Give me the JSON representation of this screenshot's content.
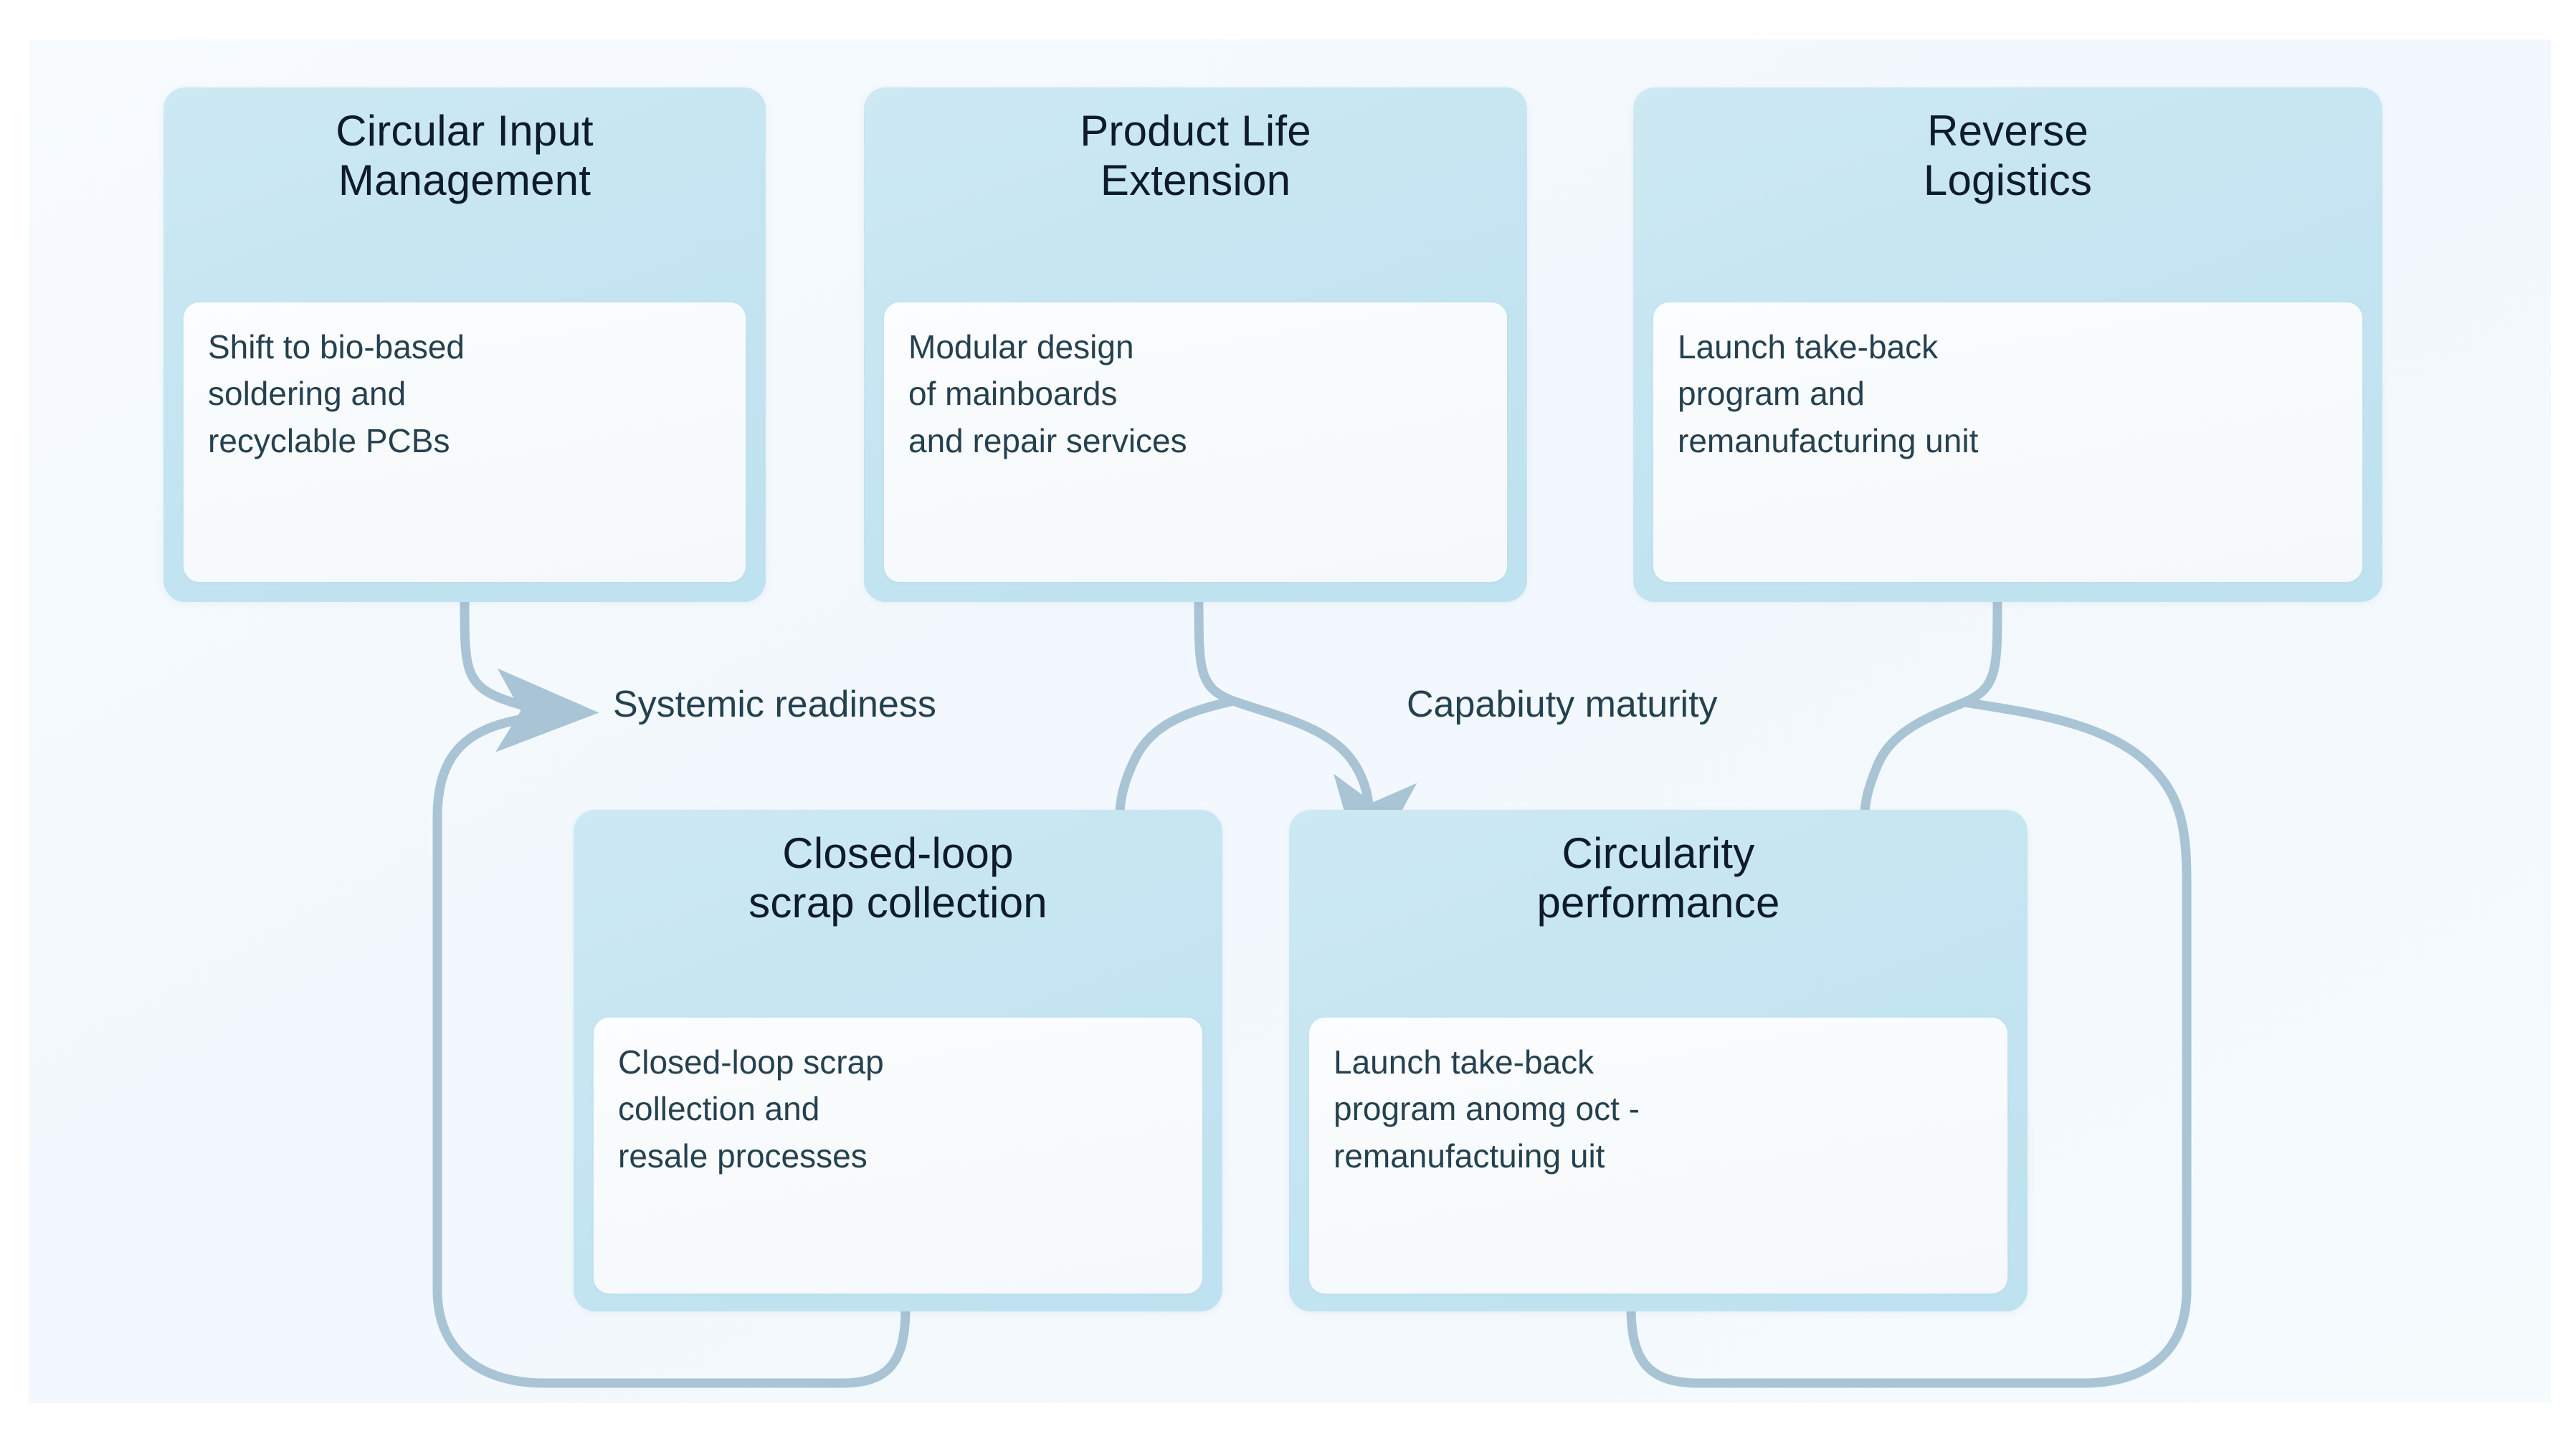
{
  "canvas": {
    "background_top": "#f7fbfe",
    "background_bottom": "#f5fafd"
  },
  "theme": {
    "card_fill": "#c6e5f1",
    "inner_box_fill": "#f8fbfd",
    "title_color": "#0d1b2a",
    "body_color": "#25414f",
    "connector_color": "#a9c4d4"
  },
  "diagram": {
    "type": "flow-diagram",
    "nodes": [
      {
        "id": "circular-input-management",
        "title": "Circular Input\nManagement",
        "body": "Shift to bio-based\nsoldering and\nrecyclable PCBs",
        "row": "top",
        "column": 1
      },
      {
        "id": "product-life-extension",
        "title": "Product Life\nExtension",
        "body": "Modular design\nof mainboards\nand repair services",
        "row": "top",
        "column": 2
      },
      {
        "id": "reverse-logistics",
        "title": "Reverse\nLogistics",
        "body": "Launch take-back\nprogram and\nremanufacturing unit",
        "row": "top",
        "column": 3
      },
      {
        "id": "closed-loop-scrap-collection",
        "title": "Closed-loop\nscrap collection",
        "body": "Closed-loop scrap\ncollection and\nresale processes",
        "row": "bottom",
        "column": 1
      },
      {
        "id": "circularity-performance",
        "title": "Circularity\nperformance",
        "body": "Launch take-back\nprogram anomg oct -\nremanufactuing uit",
        "row": "bottom",
        "column": 2
      }
    ],
    "edge_labels": [
      {
        "id": "systemic-readiness",
        "text": "Systemic readiness"
      },
      {
        "id": "capability-maturity",
        "text": "Capabiuty maturity"
      }
    ]
  }
}
